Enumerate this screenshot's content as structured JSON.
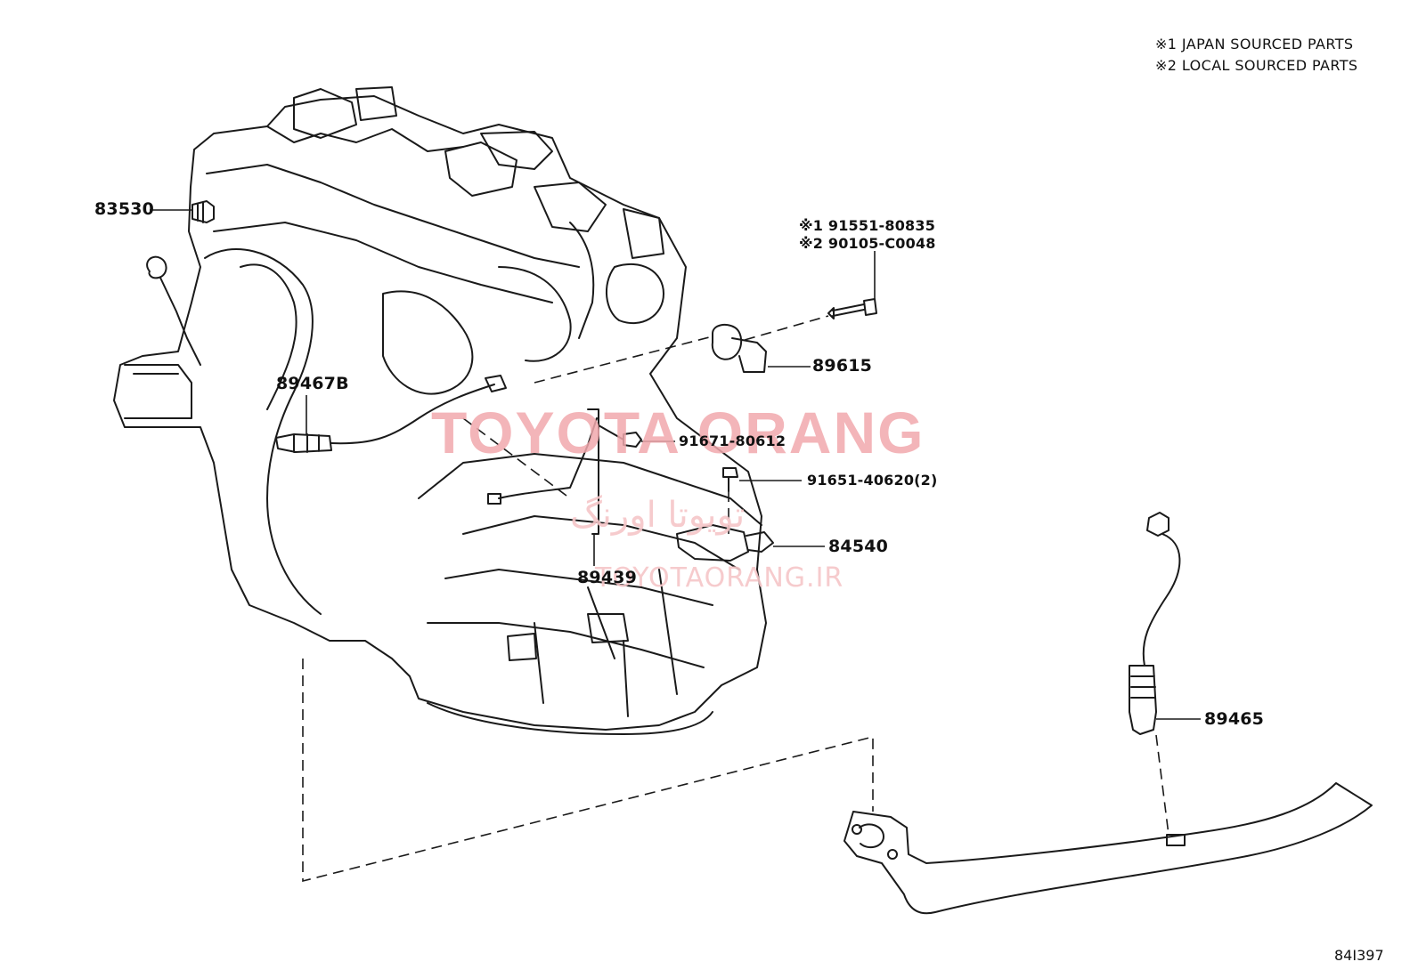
{
  "notes": [
    {
      "mark": "※1",
      "text": "JAPAN SOURCED PARTS"
    },
    {
      "mark": "※2",
      "text": "LOCAL SOURCED PARTS"
    }
  ],
  "callouts": {
    "p83530": "83530",
    "p89467b": "89467B",
    "p89439": "89439",
    "p89615": "89615",
    "p84540": "84540",
    "p89465": "89465",
    "p91671": "91671-80612",
    "p91651": "91651-40620(2)",
    "bolt_japan": "※1 91551-80835",
    "bolt_local": "※2 90105-C0048"
  },
  "watermarks": {
    "brand": "TOYOTA ORANG",
    "arabic": "تويوتا اورنگ",
    "site": "TOYOTAORANG.IR"
  },
  "diagram_code": "84I397",
  "colors": {
    "line": "#1a1a1a",
    "watermark": "#f2a9ad"
  }
}
